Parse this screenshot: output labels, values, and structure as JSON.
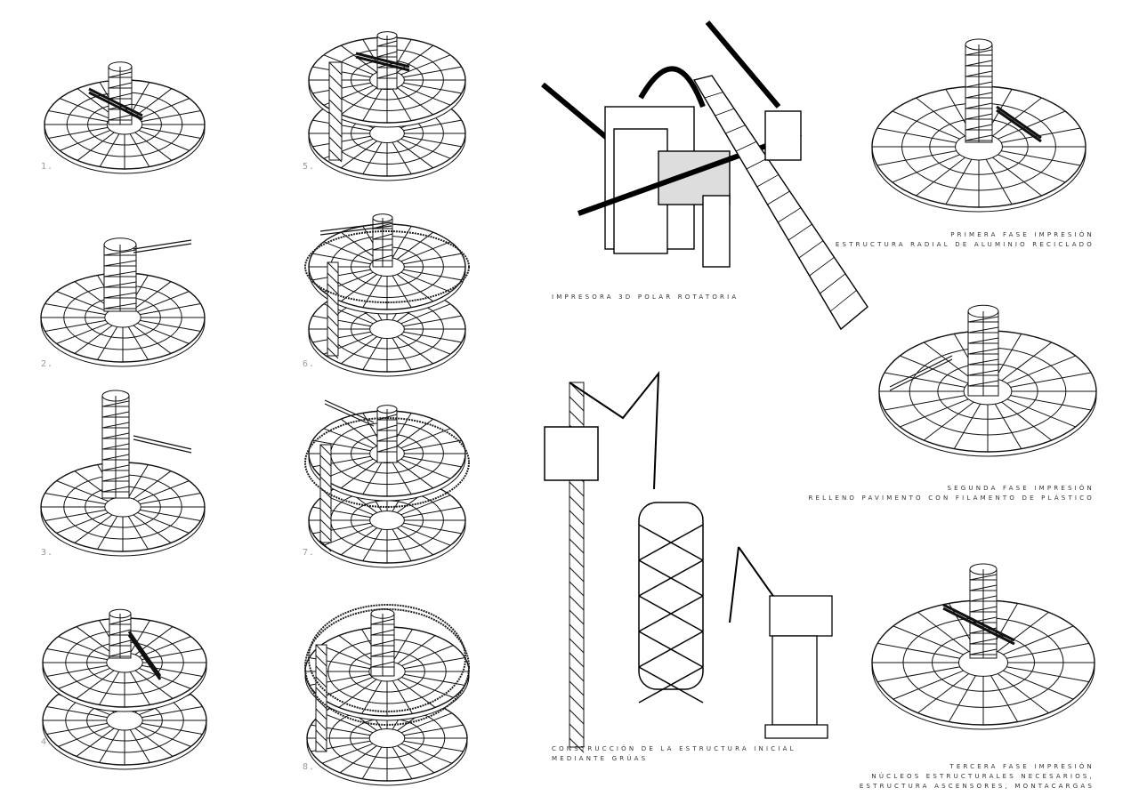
{
  "stages": [
    "1.",
    "2.",
    "3.",
    "4.",
    "5.",
    "6.",
    "7.",
    "8."
  ],
  "captions": {
    "printer": "IMPRESORA 3D POLAR ROTATORIA",
    "cranes": [
      "CONSTRUCCIÓN DE LA ESTRUCTURA INICIAL",
      "MEDIANTE GRÚAS"
    ],
    "phase1": [
      "PRIMERA FASE IMPRESIÓN",
      "ESTRUCTURA RADIAL DE ALUMINIO RECICLADO"
    ],
    "phase2": [
      "SEGUNDA FASE IMPRESIÓN",
      "RELLENO PAVIMENTO CON FILAMENTO DE PLÁSTICO"
    ],
    "phase3": [
      "TERCERA FASE IMPRESIÓN",
      "NÚCLEOS ESTRUCTURALES NECESARIOS,",
      "ESTRUCTURA ASCENSORES, MONTACARGAS"
    ]
  }
}
